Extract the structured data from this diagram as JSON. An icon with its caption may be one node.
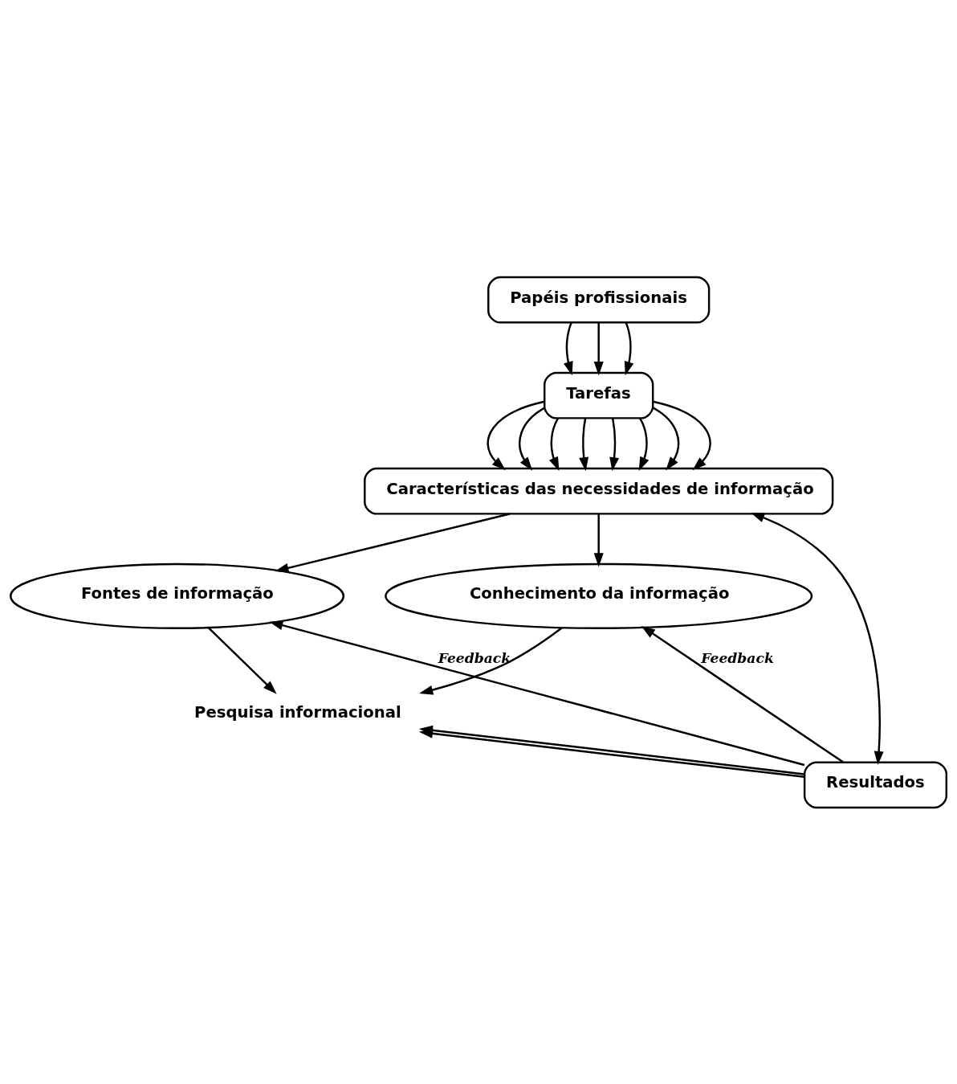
{
  "diagram": {
    "nodes": [
      {
        "text": [
          "Papéis profissionais"
        ]
      },
      {
        "text": [
          "Tarefas"
        ]
      },
      {
        "text": [
          "Características das necessidades de informação"
        ]
      },
      {
        "text": [
          "Fontes de informação"
        ]
      },
      {
        "text": [
          "Pesquisa informacional"
        ]
      },
      {
        "text": [
          "Conhecimento da informação"
        ]
      },
      {
        "text": [
          "Resultados"
        ]
      }
    ],
    "edges": [
      {
        "from": 0,
        "to": 1,
        "arrow": "to"
      },
      {
        "from": 0,
        "to": 1,
        "arrow": "to"
      },
      {
        "from": 0,
        "to": 1,
        "arrow": "to"
      },
      {
        "from": 1,
        "to": 2,
        "arrow": "to"
      },
      {
        "from": 1,
        "to": 2,
        "arrow": "to"
      },
      {
        "from": 1,
        "to": 2,
        "arrow": "to"
      },
      {
        "from": 1,
        "to": 2,
        "arrow": "to"
      },
      {
        "from": 1,
        "to": 2,
        "arrow": "to"
      },
      {
        "from": 1,
        "to": 2,
        "arrow": "to"
      },
      {
        "from": 1,
        "to": 2,
        "arrow": "to"
      },
      {
        "from": 1,
        "to": 2,
        "arrow": "to"
      },
      {
        "from": 2,
        "to": 3,
        "arrow": "to"
      },
      {
        "from": 2,
        "to": 5,
        "arrow": "to"
      },
      {
        "from": 3,
        "to": 4,
        "arrow": "to"
      },
      {
        "from": 5,
        "to": 4,
        "arrow": "to"
      },
      {
        "from": 2,
        "to": 6,
        "arrow": "both"
      },
      {
        "from": 6,
        "to": 4,
        "arrow": "to"
      },
      {
        "from": 6,
        "to": 4,
        "arrow": "to"
      },
      {
        "from": 6,
        "to": 3,
        "arrow": "to",
        "label": "Feedback"
      },
      {
        "from": 6,
        "to": 5,
        "arrow": "to",
        "label": "Feedback"
      }
    ]
  }
}
